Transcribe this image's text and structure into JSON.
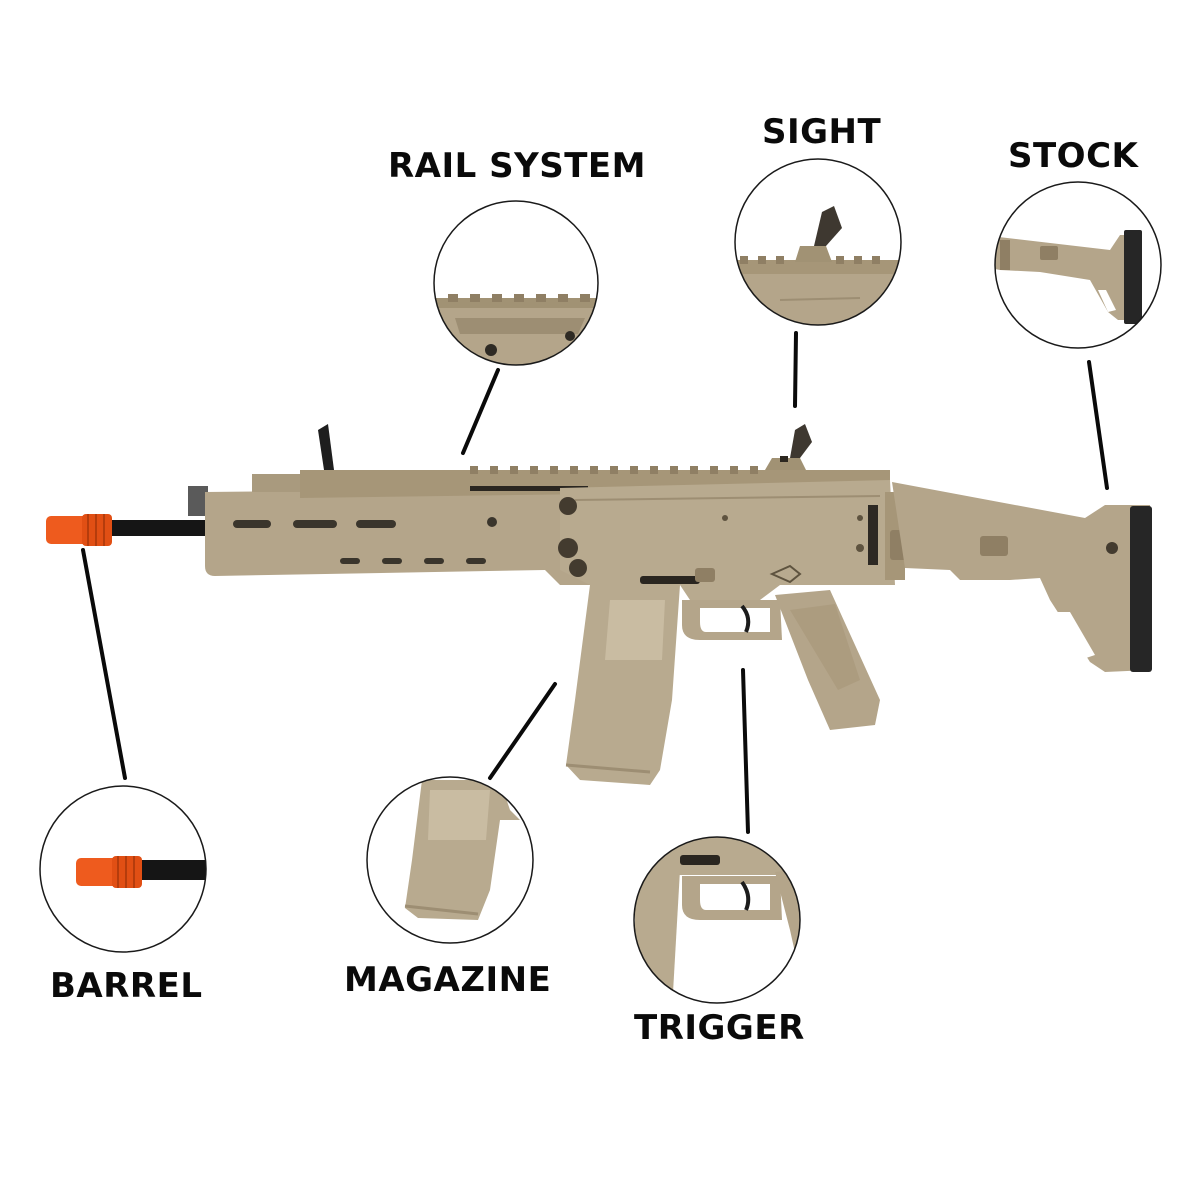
{
  "labels": {
    "rail_system": "RAIL SYSTEM",
    "sight": "SIGHT",
    "stock": "STOCK",
    "barrel": "BARREL",
    "magazine": "MAGAZINE",
    "trigger": "TRIGGER"
  },
  "colors": {
    "tan": "#b4a58a",
    "tan_dark": "#8f7f64",
    "tan_light": "#c9bca2",
    "orange_tip": "#ee5b1e",
    "barrel_black": "#151515",
    "butt_pad": "#262626",
    "ink": "#0a0a0a"
  }
}
